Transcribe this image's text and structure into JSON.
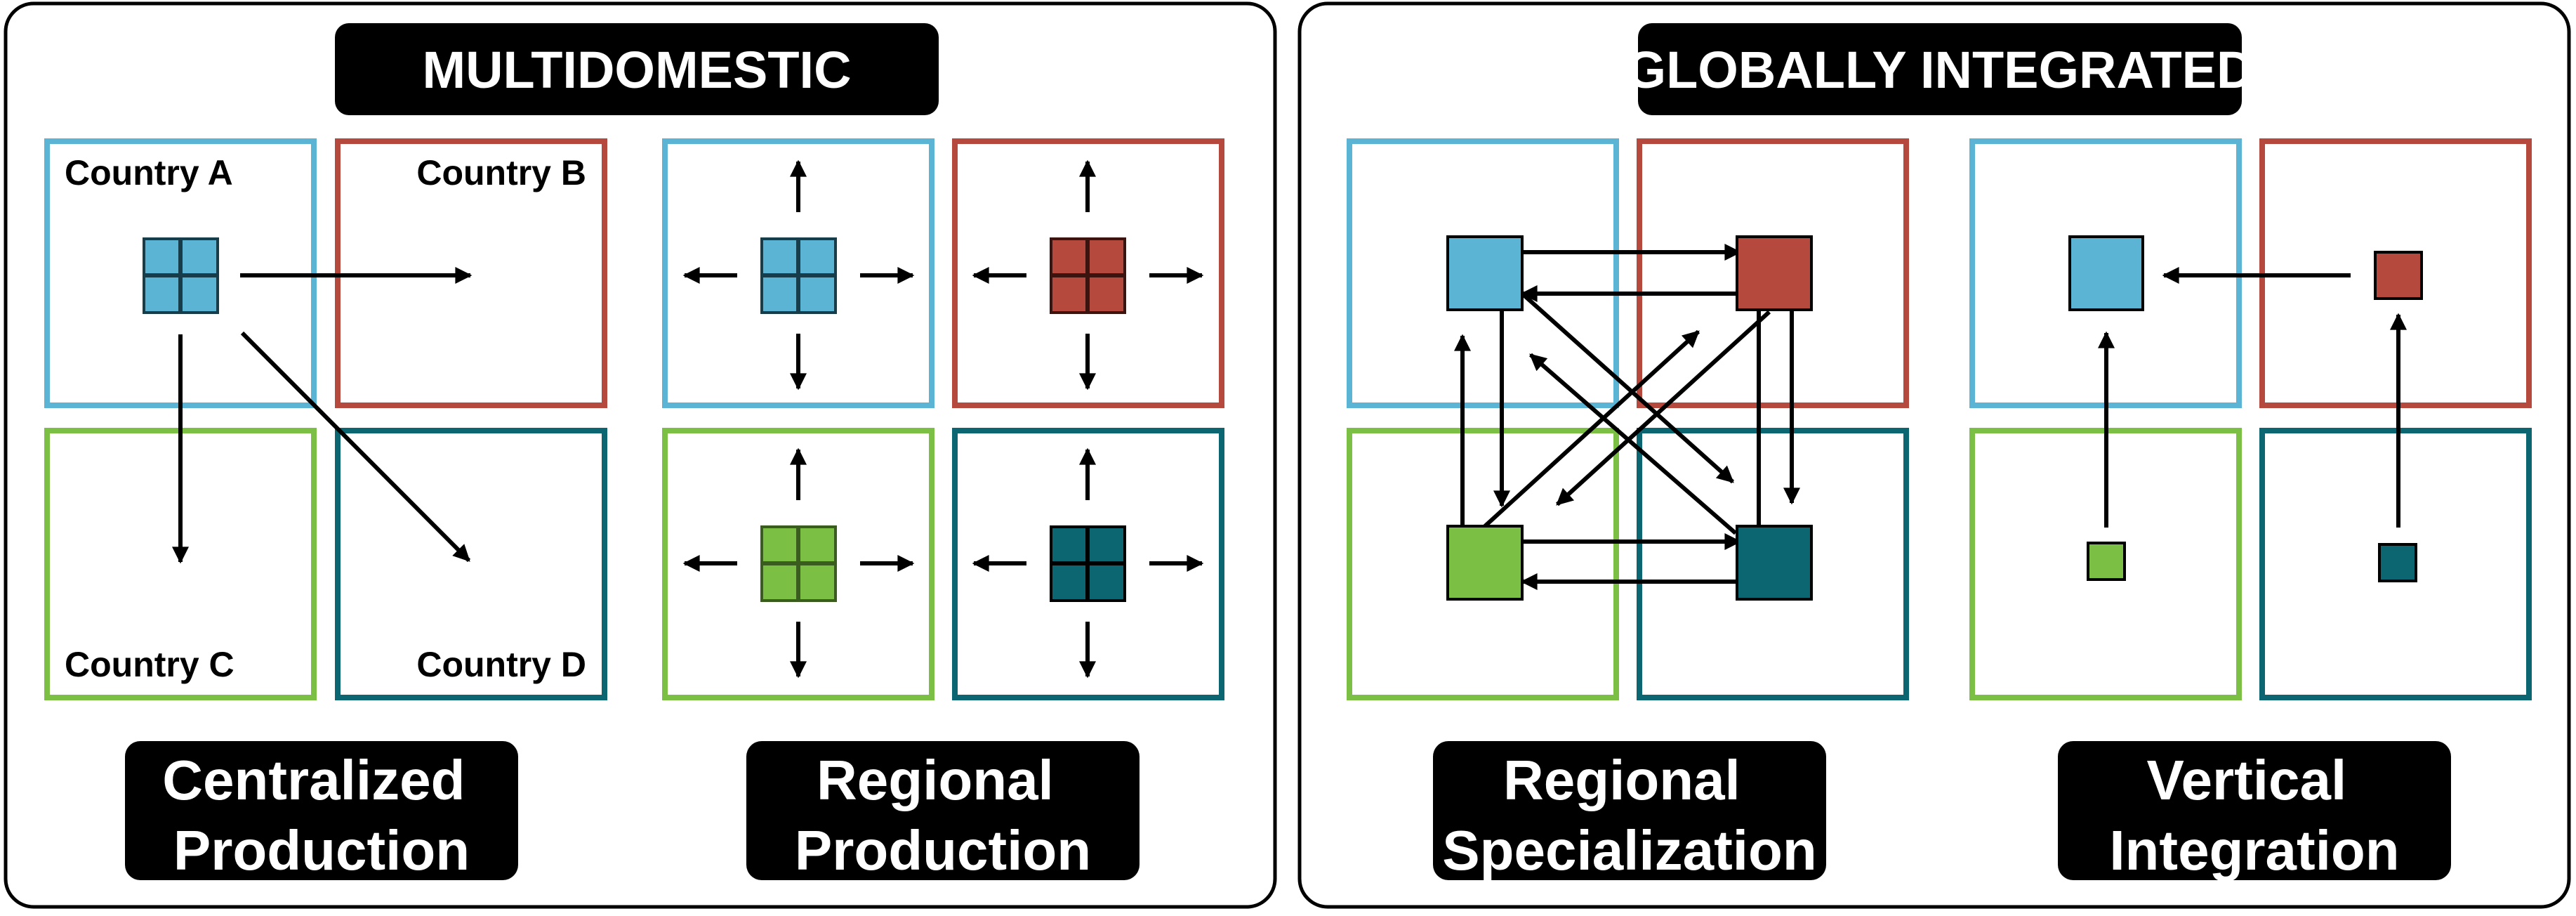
{
  "colors": {
    "country_a": "#5bb4d4",
    "country_b": "#b5493d",
    "country_c": "#7bbf45",
    "country_d": "#0c6672",
    "frame": "#000000",
    "label_bg": "#000000",
    "label_text": "#ffffff"
  },
  "panels": [
    {
      "title": "MULTIDOMESTIC",
      "strategies": [
        {
          "label_lines": [
            "Centralized",
            "Production"
          ],
          "countries": [
            "Country A",
            "Country B",
            "Country C",
            "Country D"
          ]
        },
        {
          "label_lines": [
            "Regional",
            "Production"
          ]
        }
      ]
    },
    {
      "title": "GLOBALLY INTEGRATED",
      "strategies": [
        {
          "label_lines": [
            "Regional",
            "Specialization"
          ]
        },
        {
          "label_lines": [
            "Vertical",
            "Integration"
          ]
        }
      ]
    }
  ]
}
